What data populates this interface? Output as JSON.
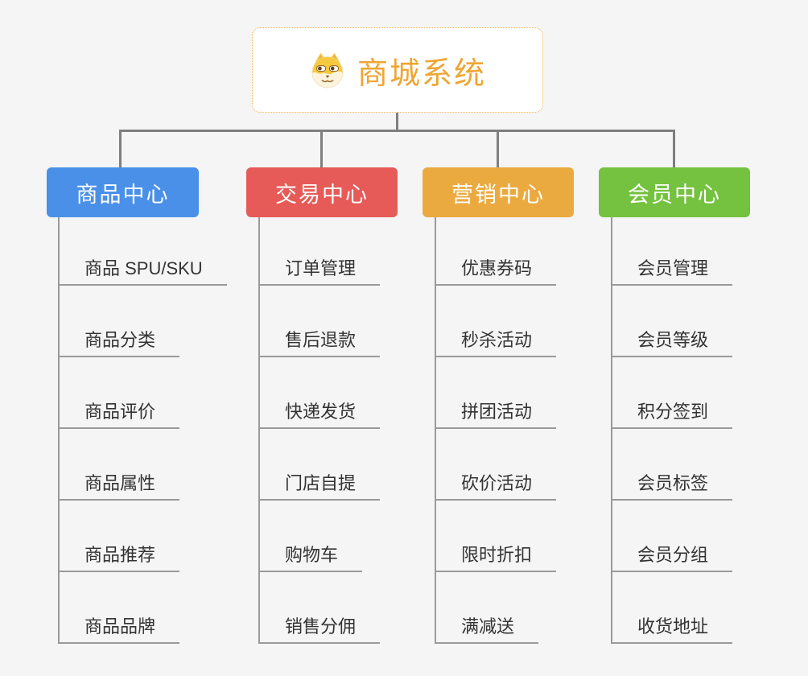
{
  "root": {
    "title": "商城系统",
    "icon": "dog-face-icon",
    "title_color": "#efa533",
    "border_color": "#f0b04a"
  },
  "connector_color": "#7f7f7f",
  "line_color": "#9a9a9a",
  "background_color": "#f5f5f6",
  "branches": [
    {
      "label": "商品中心",
      "color": "#4a90e8",
      "items": [
        "商品 SPU/SKU",
        "商品分类",
        "商品评价",
        "商品属性",
        "商品推荐",
        "商品品牌"
      ]
    },
    {
      "label": "交易中心",
      "color": "#e65b57",
      "items": [
        "订单管理",
        "售后退款",
        "快递发货",
        "门店自提",
        "购物车",
        "销售分佣"
      ]
    },
    {
      "label": "营销中心",
      "color": "#ebaa40",
      "items": [
        "优惠券码",
        "秒杀活动",
        "拼团活动",
        "砍价活动",
        "限时折扣",
        "满减送"
      ]
    },
    {
      "label": "会员中心",
      "color": "#74c23f",
      "items": [
        "会员管理",
        "会员等级",
        "积分签到",
        "会员标签",
        "会员分组",
        "收货地址"
      ]
    }
  ]
}
